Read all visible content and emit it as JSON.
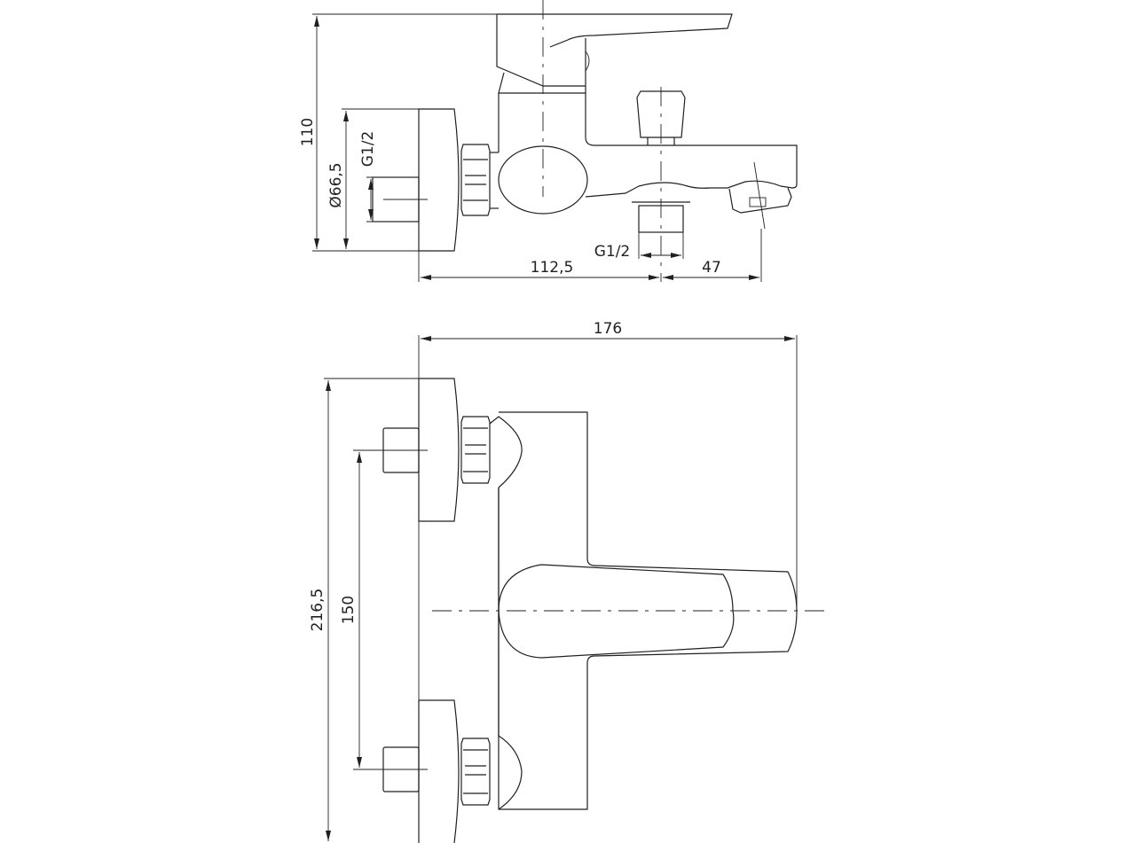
{
  "drawing": {
    "side_view": {
      "dim_height": "110",
      "dim_flange_diameter": "Ø66,5",
      "dim_inlet_thread": "G1/2",
      "dim_outlet_thread": "G1/2",
      "dim_projection": "112,5",
      "dim_spout_offset": "47"
    },
    "front_view": {
      "dim_width": "176",
      "dim_total_height": "216,5",
      "dim_inlet_spacing": "150"
    },
    "line_color": "#231f20"
  }
}
